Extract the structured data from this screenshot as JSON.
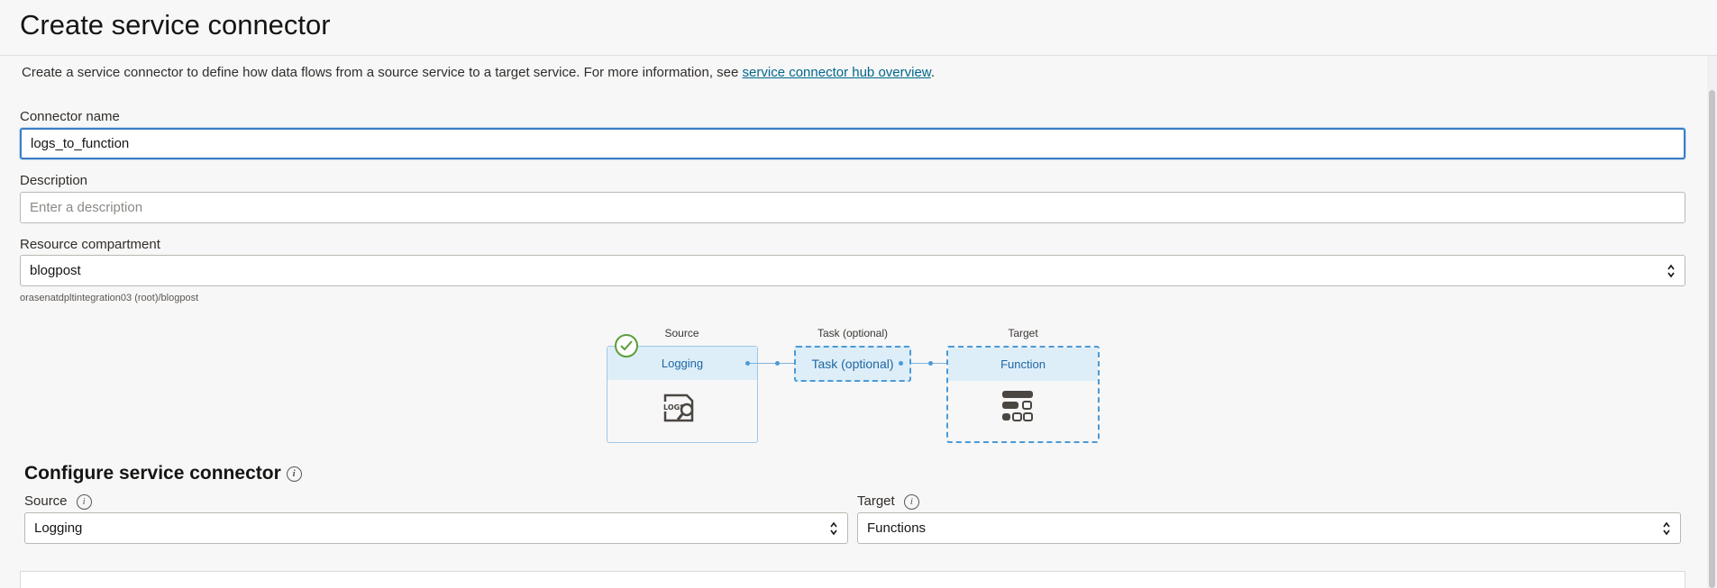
{
  "header": {
    "title": "Create service connector"
  },
  "intro": {
    "text": "Create a service connector to define how data flows from a source service to a target service. For more information, see ",
    "link": "service connector hub overview",
    "suffix": "."
  },
  "form": {
    "connector_name": {
      "label": "Connector name",
      "value": "logs_to_function"
    },
    "description": {
      "label": "Description",
      "placeholder": "Enter a description",
      "value": ""
    },
    "compartment": {
      "label": "Resource compartment",
      "value": "blogpost",
      "hint": "orasenatdpltintegration03 (root)/blogpost"
    }
  },
  "diagram": {
    "source": {
      "caption": "Source",
      "name": "Logging",
      "icon": "logs-search-icon",
      "status": "check-circle-icon"
    },
    "task": {
      "caption": "Task (optional)",
      "name": "Task (optional)"
    },
    "target": {
      "caption": "Target",
      "name": "Function",
      "icon": "functions-icon"
    }
  },
  "configure": {
    "title": "Configure service connector",
    "source": {
      "label": "Source",
      "value": "Logging"
    },
    "target": {
      "label": "Target",
      "value": "Functions"
    }
  },
  "colors": {
    "accent": "#3c7bc4",
    "link": "#00688c",
    "node_fill": "#ddeef9",
    "success": "#5c9e3a"
  }
}
